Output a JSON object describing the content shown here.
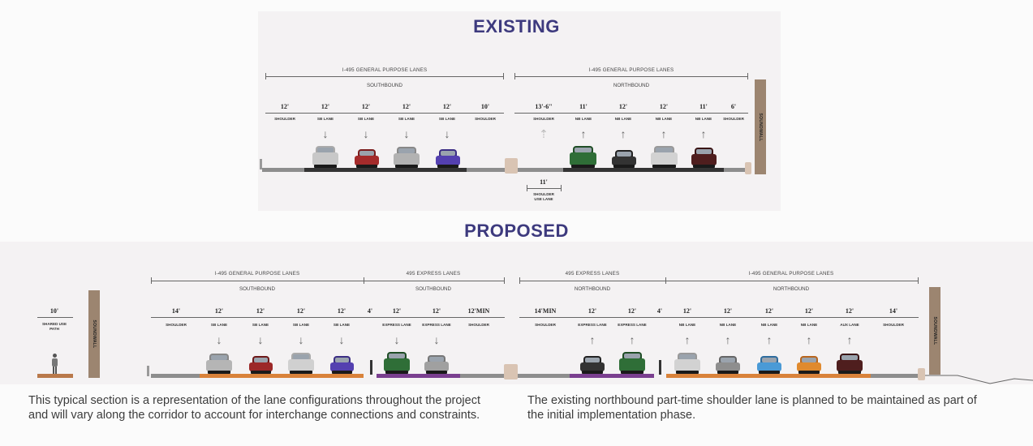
{
  "existing": {
    "heading": "EXISTING",
    "sb_group": "I-495 GENERAL PURPOSE LANES",
    "sb_dir": "SOUTHBOUND",
    "nb_group": "I-495 GENERAL PURPOSE LANES",
    "nb_dir": "NORTHBOUND",
    "soundwall": "SOUNDWALL",
    "sb_lanes": [
      {
        "w": "12'",
        "name": "SHOULDER"
      },
      {
        "w": "12'",
        "name": "SB LANE"
      },
      {
        "w": "12'",
        "name": "SB LANE"
      },
      {
        "w": "12'",
        "name": "SB LANE"
      },
      {
        "w": "12'",
        "name": "SB LANE"
      },
      {
        "w": "10'",
        "name": "SHOULDER"
      }
    ],
    "nb_lanes": [
      {
        "w": "13'-6\"",
        "name": "SHOULDER"
      },
      {
        "w": "11'",
        "name": "NB LANE"
      },
      {
        "w": "12'",
        "name": "NB LANE"
      },
      {
        "w": "12'",
        "name": "NB LANE"
      },
      {
        "w": "11'",
        "name": "NB LANE"
      },
      {
        "w": "6'",
        "name": "SHOULDER"
      }
    ],
    "shoulder_use": {
      "w": "11'",
      "name1": "SHOULDER",
      "name2": "USE LANE"
    }
  },
  "proposed": {
    "heading": "PROPOSED",
    "sb_gp_group": "I-495 GENERAL PURPOSE LANES",
    "sb_gp_dir": "SOUTHBOUND",
    "sb_ex_group": "495 EXPRESS LANES",
    "sb_ex_dir": "SOUTHBOUND",
    "nb_ex_group": "495 EXPRESS LANES",
    "nb_ex_dir": "NORTHBOUND",
    "nb_gp_group": "I-495 GENERAL PURPOSE LANES",
    "nb_gp_dir": "NORTHBOUND",
    "path": {
      "w": "10'",
      "name1": "SHARED USE",
      "name2": "PATH"
    },
    "soundwall": "SOUNDWALL",
    "sb_lanes": [
      {
        "w": "14'",
        "name": "SHOULDER"
      },
      {
        "w": "12'",
        "name": "SB LANE"
      },
      {
        "w": "12'",
        "name": "SB LANE"
      },
      {
        "w": "12'",
        "name": "SB LANE"
      },
      {
        "w": "12'",
        "name": "SB LANE"
      },
      {
        "w": "4'",
        "name": ""
      },
      {
        "w": "12'",
        "name": "EXPRESS LANE"
      },
      {
        "w": "12'",
        "name": "EXPRESS LANE"
      },
      {
        "w": "12'MIN",
        "name": "SHOULDER"
      }
    ],
    "nb_lanes": [
      {
        "w": "14'MIN",
        "name": "SHOULDER"
      },
      {
        "w": "12'",
        "name": "EXPRESS LANE"
      },
      {
        "w": "12'",
        "name": "EXPRESS LANE"
      },
      {
        "w": "4'",
        "name": ""
      },
      {
        "w": "12'",
        "name": "NB LANE"
      },
      {
        "w": "12'",
        "name": "NB LANE"
      },
      {
        "w": "12'",
        "name": "NB LANE"
      },
      {
        "w": "12'",
        "name": "NB LANE"
      },
      {
        "w": "12'",
        "name": "AUX LANE"
      },
      {
        "w": "14'",
        "name": "SHOULDER"
      }
    ]
  },
  "notes": {
    "left": "This typical section is a representation of the lane configurations throughout the project and will vary along the corridor to account for interchange connections and constraints.",
    "right": "The existing northbound part-time shoulder lane is planned to be maintained as part of the initial implementation phase."
  },
  "colors": {
    "heading": "#3d3a7e",
    "gp_pavement": "#d9823a",
    "express_pavement": "#7a3f8f",
    "existing_pavement": "#333333",
    "shoulder": "#8d8d8d",
    "soundwall": "#9c8570"
  }
}
